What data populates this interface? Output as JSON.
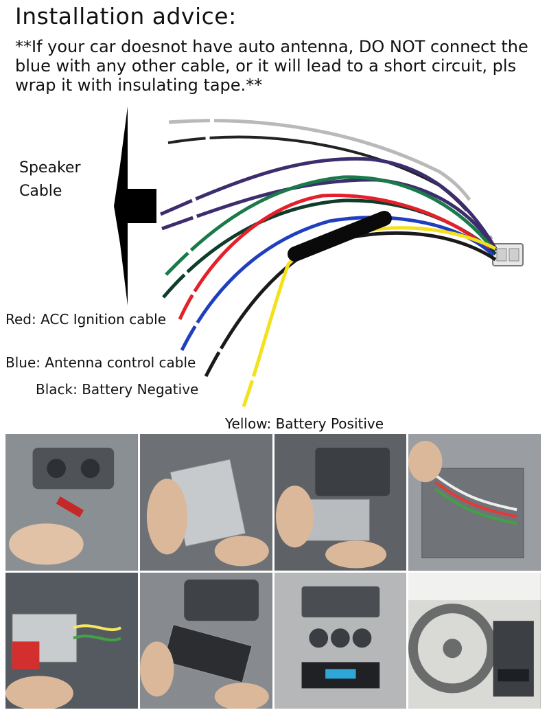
{
  "header": {
    "title": "Installation advice:",
    "advice": "**If your car doesnot have auto antenna, DO NOT connect the\nblue with any other cable, or it will lead to a short circuit, pls\nwrap it with insulating tape.**"
  },
  "labels": {
    "speaker": "Speaker\nCable",
    "red": "Red: ACC Ignition cable",
    "blue": "Blue: Antenna control cable",
    "black": "Black: Battery Negative",
    "yellow": "Yellow: Battery Positive"
  },
  "colors": {
    "gray": "#b9b9b9",
    "purple": "#3d2d6e",
    "green": "#1a7a4a",
    "red": "#e4202a",
    "blue": "#1f3fbf",
    "yellow": "#f3e11b",
    "black": "#1a1a1a"
  },
  "photos": [
    {
      "caption": "",
      "icon": "wire-stripper"
    },
    {
      "caption": "",
      "icon": "radio-cage"
    },
    {
      "caption": "",
      "icon": "radio-insert"
    },
    {
      "caption": "",
      "icon": "wiring-in-dash"
    },
    {
      "caption": "",
      "icon": "connect-harness"
    },
    {
      "caption": "",
      "icon": "push-radio"
    },
    {
      "caption": "",
      "icon": "installed-radio"
    },
    {
      "caption": "",
      "icon": "car-interior"
    }
  ]
}
